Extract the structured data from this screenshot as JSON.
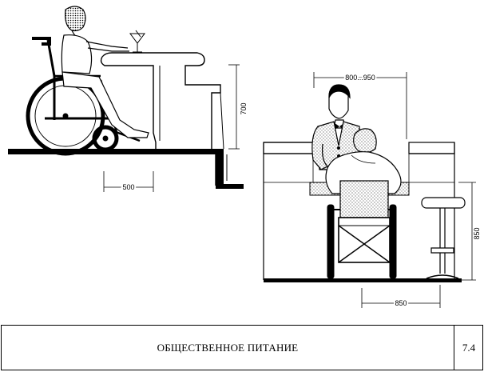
{
  "dimensions": {
    "left_height": "700",
    "left_depth": "500",
    "right_width": "800...950",
    "right_height": "850",
    "right_depth": "850"
  },
  "footer": {
    "title": "ОБЩЕСТВЕННОЕ ПИТАНИЕ",
    "page_number": "7.4"
  }
}
